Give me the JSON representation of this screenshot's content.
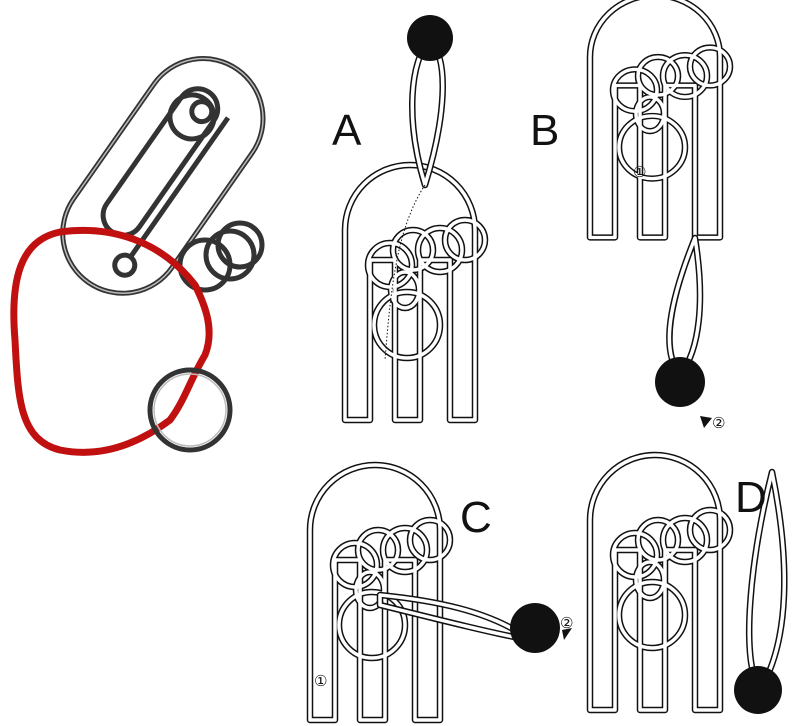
{
  "panels": {
    "a": {
      "label": "A"
    },
    "b": {
      "label": "B",
      "step1": "①",
      "step2": "②"
    },
    "c": {
      "label": "C",
      "step1": "①",
      "step2": "②"
    },
    "d": {
      "label": "D"
    }
  },
  "colors": {
    "rope": "#c01010",
    "ball": "#111111",
    "wire": "#111111"
  }
}
